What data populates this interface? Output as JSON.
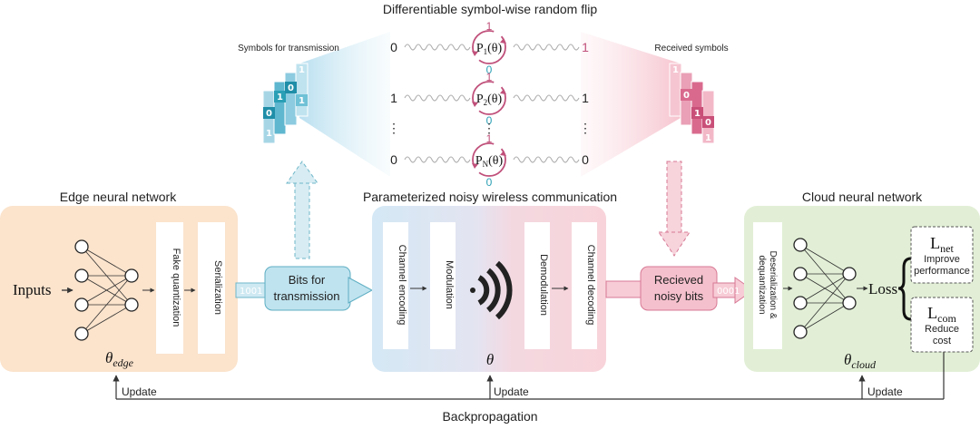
{
  "top_title": "Differentiable symbol-wise random flip",
  "symbols_tx_label": "Symbols for transmission",
  "symbols_rx_label": "Received symbols",
  "channels": [
    {
      "in": "0",
      "prob_main": "P",
      "prob_sub": "1",
      "out": "1",
      "up": "1",
      "down": "0"
    },
    {
      "in": "1",
      "prob_main": "P",
      "prob_sub": "2",
      "out": "1",
      "up": "1",
      "down": "0"
    },
    {
      "in": "0",
      "prob_main": "P",
      "prob_sub": "N",
      "out": "0",
      "up": "1",
      "down": "0"
    }
  ],
  "vdots": "⋮",
  "theta_arg": "(θ)",
  "edge": {
    "title": "Edge neural network",
    "inputs": "Inputs",
    "fake_quant": "Fake quantization",
    "serialization": "Serialization",
    "theta_main": "θ",
    "theta_sub": "edge"
  },
  "bits_tx": {
    "line1": "Bits for",
    "line2": "transmission",
    "stream": "1001"
  },
  "channel": {
    "title": "Parameterized noisy wireless communication",
    "encoding": "Channel encoding",
    "modulation": "Modulation",
    "demodulation": "Demodulation",
    "decoding": "Channel decoding",
    "theta": "θ"
  },
  "bits_rx": {
    "line1": "Recieved",
    "line2": "noisy bits",
    "stream": "0001"
  },
  "cloud": {
    "title": "Cloud neural network",
    "deser_line1": "Deserialization &",
    "deser_line2": "dequantization",
    "loss": "Loss",
    "lnet_main": "L",
    "lnet_sub": "net",
    "lnet_desc1": "Improve",
    "lnet_desc2": "performance",
    "lcom_main": "L",
    "lcom_sub": "com",
    "lcom_desc1": "Reduce",
    "lcom_desc2": "cost",
    "theta_main": "θ",
    "theta_sub": "cloud"
  },
  "update_label": "Update",
  "backprop": "Backpropagation",
  "colors": {
    "edge_bg": "#fbe3cc",
    "cloud_bg": "#e2efd6",
    "channel_left": "#d6e9f5",
    "channel_right": "#f9d6dc",
    "tx_teal": "#2a9fb5",
    "rx_pink": "#d96a8e",
    "flip_arrow": "#c0507a"
  }
}
